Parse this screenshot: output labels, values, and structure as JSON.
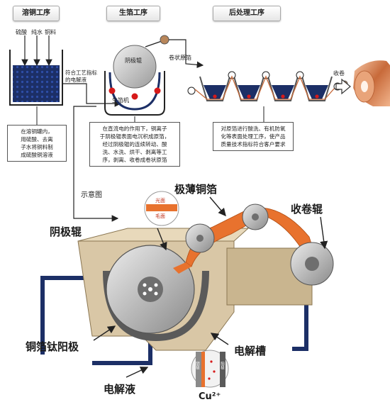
{
  "stages": [
    {
      "label": "溶铜工序"
    },
    {
      "label": "生箔工序"
    },
    {
      "label": "后处理工序"
    }
  ],
  "inputs": [
    "硫酸",
    "纯水",
    "铜料"
  ],
  "flow_labels": {
    "electrolyte": "符合工艺指标\n的电解液",
    "cathode_roller": "阴极辊",
    "foil_machine": "生箔机",
    "roll_foil": "卷状原箔",
    "winding": "收卷"
  },
  "notes": {
    "dissolve": "在溶铜罐内，\n用硫酸、去离\n子水将铜料制\n成硫酸铜溶液",
    "foil": "在直流电的作用下，铜离子\n于阴极辊表面电沉积成原箔，\n经过阴极辊的连续转动、酸\n洗、水洗、烘干、剥离等工\n序，剥离、收卷成卷状原箔",
    "post": "对原箔进行酸洗、有机防氧\n化等表面处理工序，使产品\n质量技术指标符合客户要求"
  },
  "schematic": {
    "caption": "示意图",
    "cathode_roller": "阴极辊",
    "ultra_thin_foil": "极薄铜箔",
    "winding_roller": "收卷辊",
    "titanium_anode": "铜箔钛阳极",
    "cell": "电解槽",
    "electrolyte": "电解液",
    "shiny_side": "光面",
    "matte_side": "毛面",
    "cathode_tag": "阴极",
    "anode_tag": "阳极",
    "ion": "Cu²⁺"
  },
  "colors": {
    "dark_blue": "#1c2f66",
    "copper": "#e8722e",
    "tank": "#cdbb9a",
    "roller_grey": "#9c9c9c"
  }
}
